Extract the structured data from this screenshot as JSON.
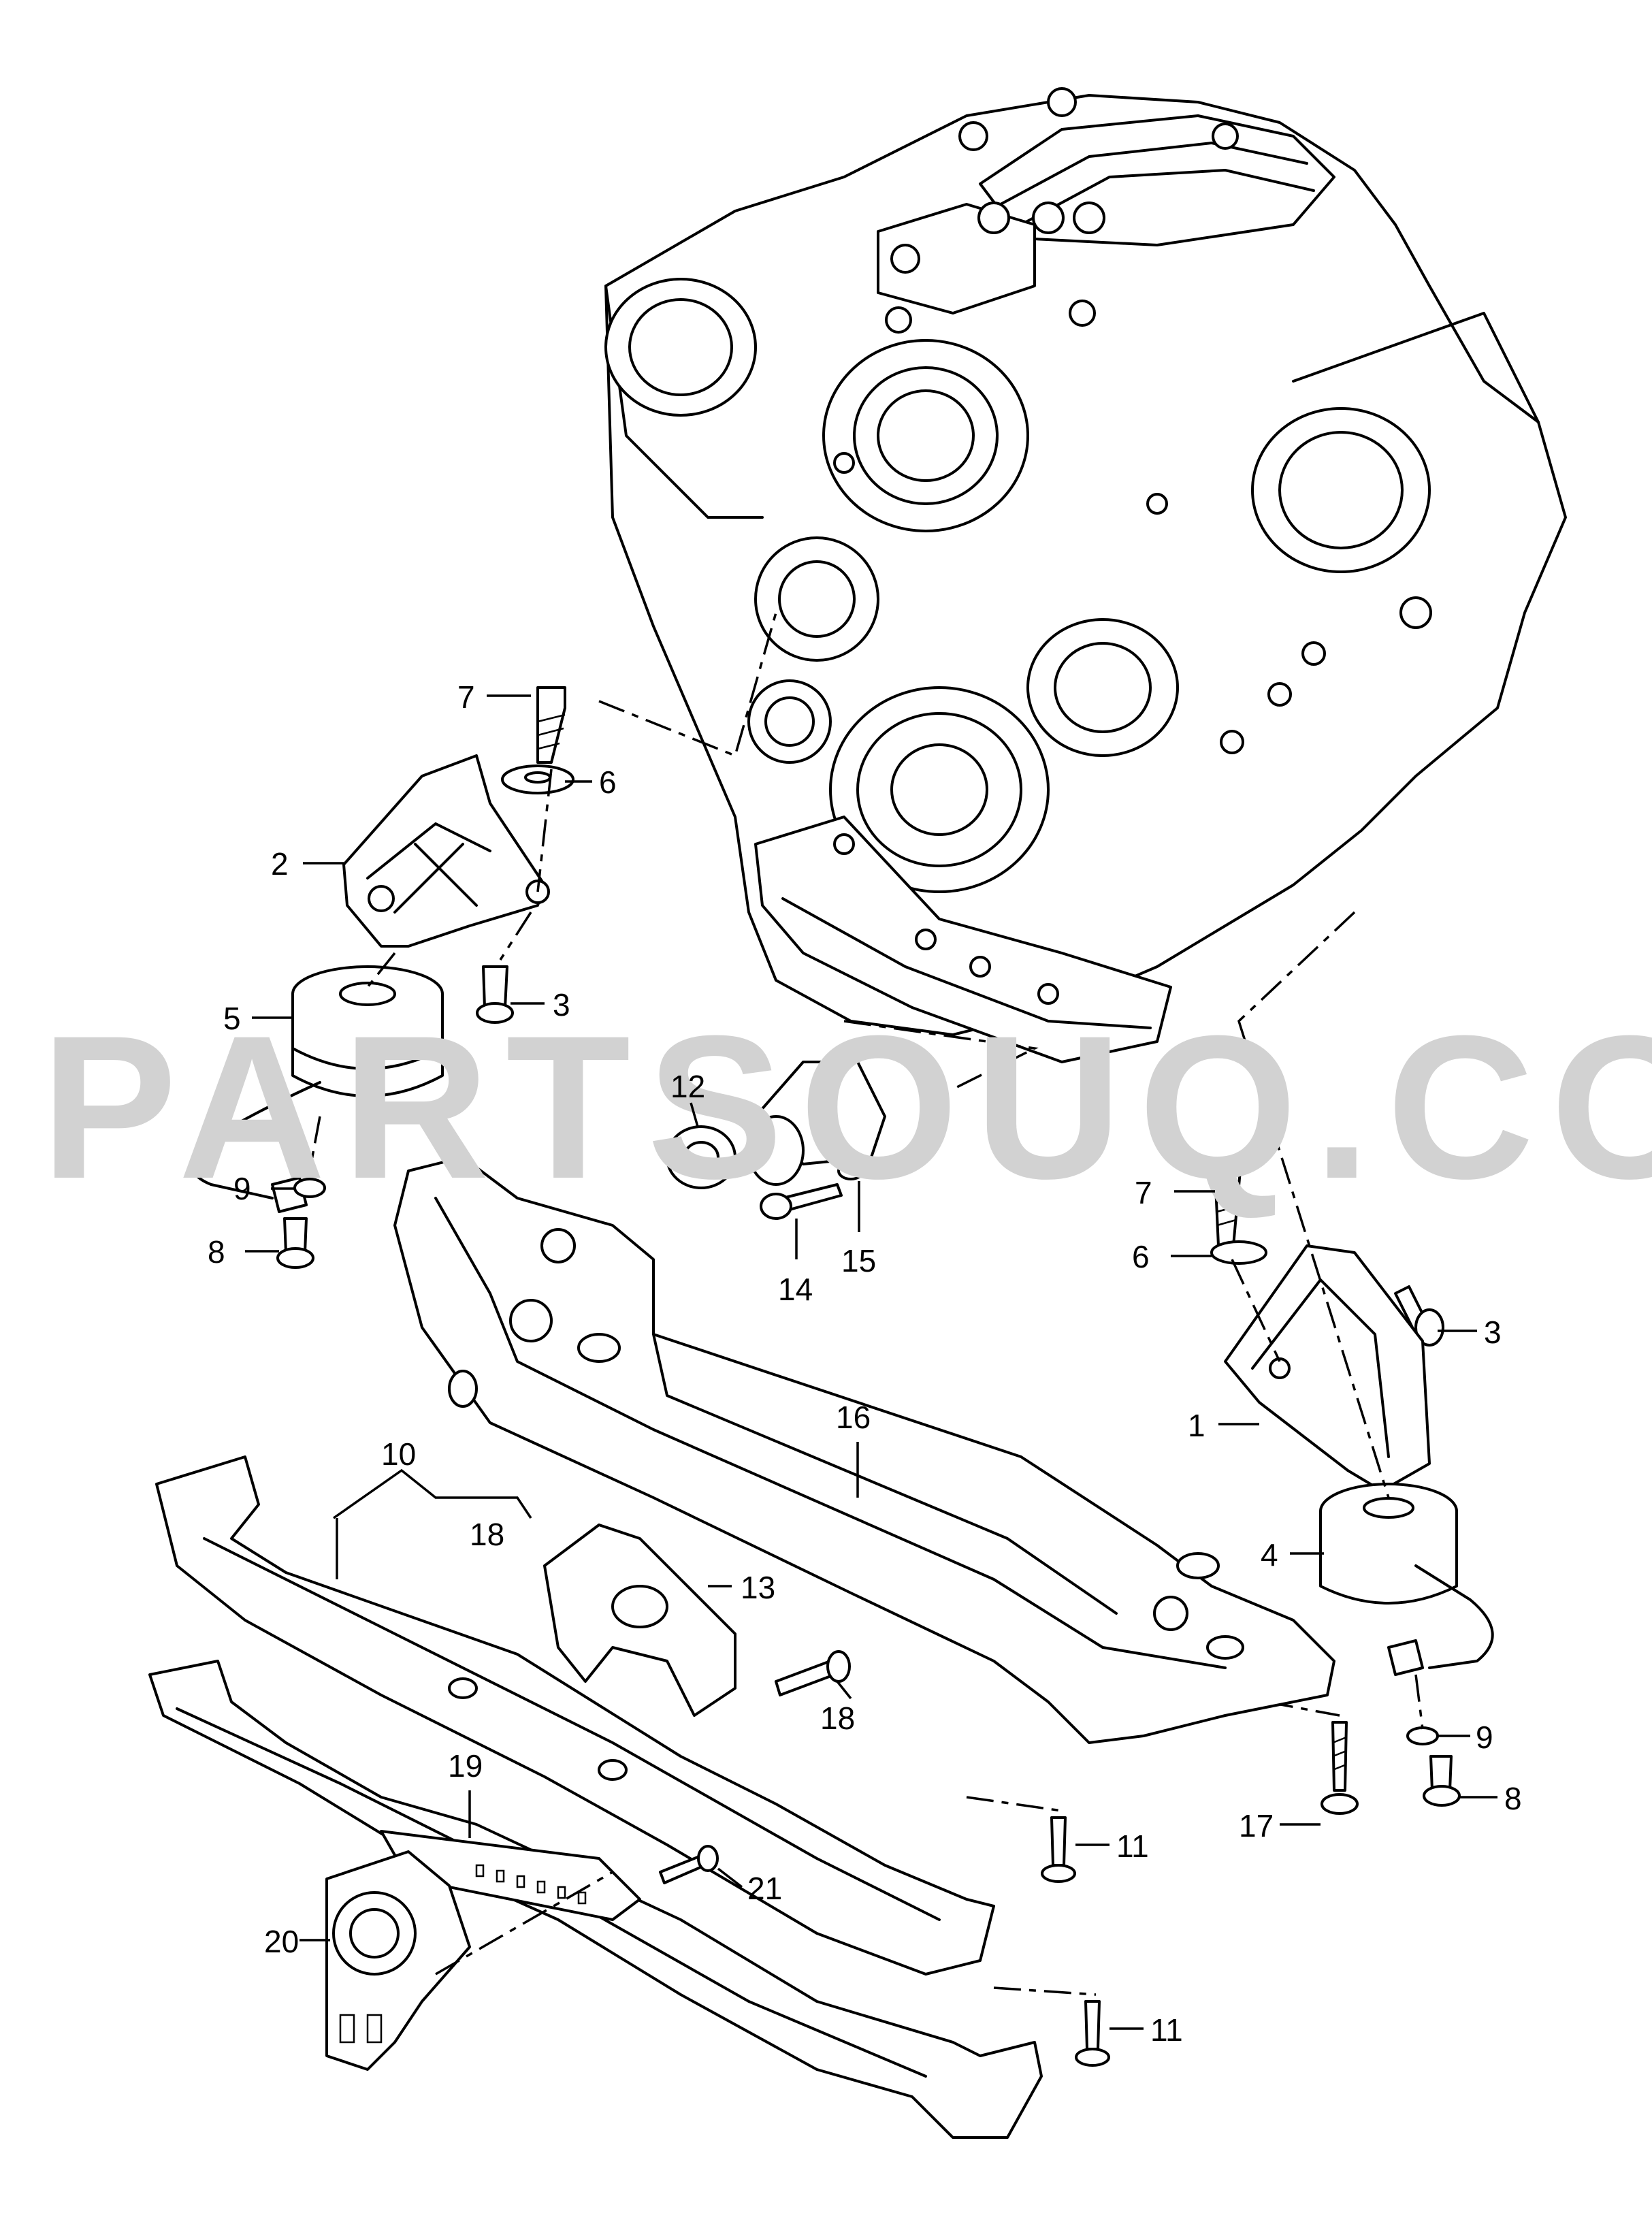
{
  "watermark": "PARTSOUQ.COM",
  "callouts": [
    {
      "id": "c1",
      "text": "1"
    },
    {
      "id": "c2",
      "text": "2"
    },
    {
      "id": "c3a",
      "text": "3"
    },
    {
      "id": "c3b",
      "text": "3"
    },
    {
      "id": "c4",
      "text": "4"
    },
    {
      "id": "c5",
      "text": "5"
    },
    {
      "id": "c6a",
      "text": "6"
    },
    {
      "id": "c6b",
      "text": "6"
    },
    {
      "id": "c7a",
      "text": "7"
    },
    {
      "id": "c7b",
      "text": "7"
    },
    {
      "id": "c8a",
      "text": "8"
    },
    {
      "id": "c8b",
      "text": "8"
    },
    {
      "id": "c9a",
      "text": "9"
    },
    {
      "id": "c9b",
      "text": "9"
    },
    {
      "id": "c10",
      "text": "10"
    },
    {
      "id": "c11a",
      "text": "11"
    },
    {
      "id": "c11b",
      "text": "11"
    },
    {
      "id": "c12",
      "text": "12"
    },
    {
      "id": "c13",
      "text": "13"
    },
    {
      "id": "c14",
      "text": "14"
    },
    {
      "id": "c15",
      "text": "15"
    },
    {
      "id": "c16",
      "text": "16"
    },
    {
      "id": "c17",
      "text": "17"
    },
    {
      "id": "c18a",
      "text": "18"
    },
    {
      "id": "c18b",
      "text": "18"
    },
    {
      "id": "c19",
      "text": "19"
    },
    {
      "id": "c20",
      "text": "20"
    },
    {
      "id": "c21",
      "text": "21"
    }
  ]
}
